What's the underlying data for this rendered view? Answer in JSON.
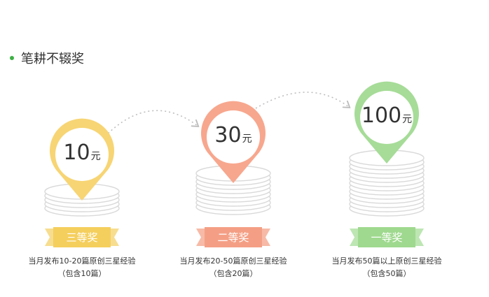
{
  "section": {
    "title": "笔耕不辍奖",
    "bullet_color": "#3cb043"
  },
  "prizes": [
    {
      "amount": "10",
      "unit": "元",
      "rank": "三等奖",
      "desc_line1": "当月发布10-20篇原创三星经验",
      "desc_line2": "（包含10篇）",
      "color": "#f7d574",
      "ribbon_color": "#f5cf5d"
    },
    {
      "amount": "30",
      "unit": "元",
      "rank": "二等奖",
      "desc_line1": "当月发布20-50篇原创三星经验",
      "desc_line2": "（包含20篇）",
      "color": "#f7a78e",
      "ribbon_color": "#f49f85"
    },
    {
      "amount": "100",
      "unit": "元",
      "rank": "一等奖",
      "desc_line1": "当月发布50篇以上原创三星经验",
      "desc_line2": "（包含50篇）",
      "color": "#a6dc98",
      "ribbon_color": "#9fd98f"
    }
  ]
}
